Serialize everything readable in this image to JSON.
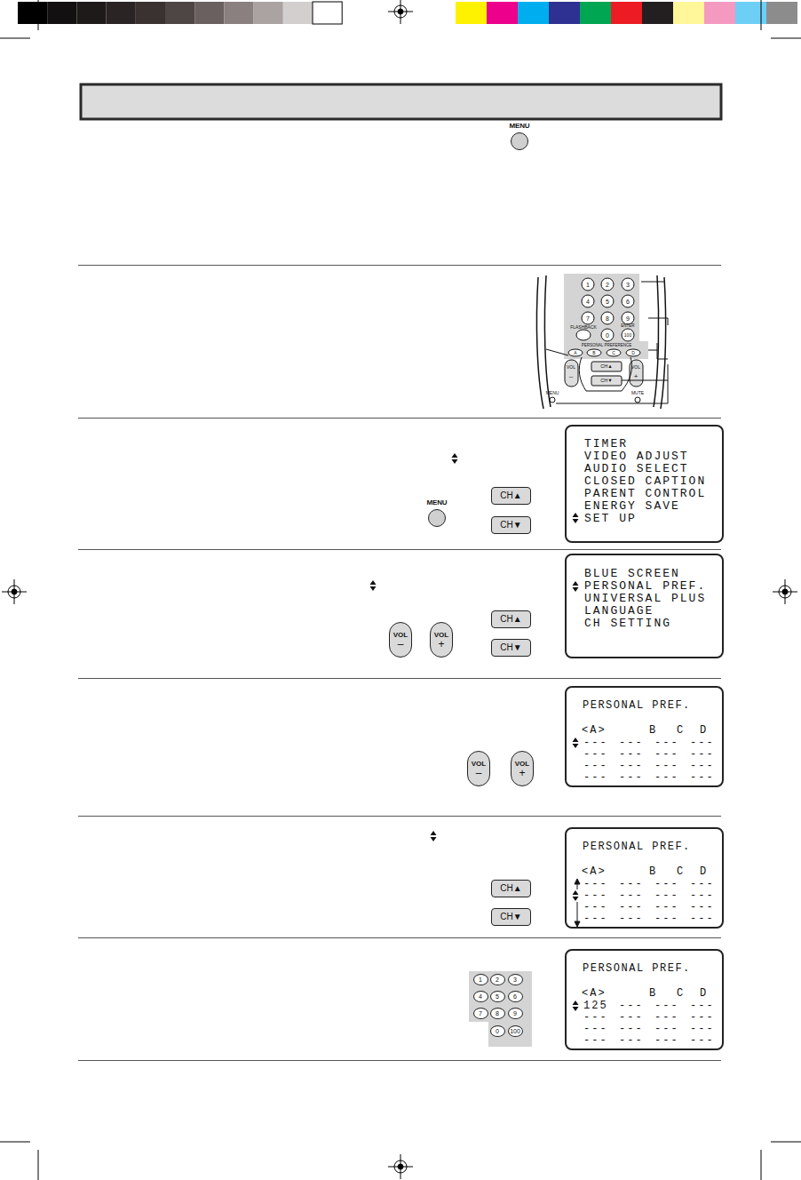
{
  "diagram": {
    "nodes": [
      {
        "text": [
          "MENU"
        ]
      },
      {
        "text": [
          "MENU"
        ]
      },
      {
        "text": [
          "CH▲"
        ]
      },
      {
        "text": [
          "CH▼"
        ]
      },
      {
        "text": [
          "TIMER",
          "VIDEO ADJUST",
          "AUDIO SELECT",
          "CLOSED CAPTION",
          "PARENT CONTROL",
          "ENERGY SAVE",
          "SET UP"
        ]
      },
      {
        "text": [
          "VOL",
          "–"
        ]
      },
      {
        "text": [
          "VOL",
          "+"
        ]
      },
      {
        "text": [
          "CH▲"
        ]
      },
      {
        "text": [
          "CH▼"
        ]
      },
      {
        "text": [
          "BLUE SCREEN",
          "PERSONAL PREF.",
          "UNIVERSAL PLUS",
          "LANGUAGE",
          "CH SETTING"
        ]
      },
      {
        "text": [
          "VOL",
          "–"
        ]
      },
      {
        "text": [
          "VOL",
          "+"
        ]
      },
      {
        "text": [
          "PERSONAL PREF.",
          "<A>",
          "B",
          "C",
          "D",
          "---",
          "---",
          "---",
          "---",
          "---",
          "---",
          "---",
          "---",
          "---",
          "---",
          "---",
          "---",
          "---",
          "---",
          "---",
          "---"
        ]
      },
      {
        "text": [
          "CH▲"
        ]
      },
      {
        "text": [
          "CH▼"
        ]
      },
      {
        "text": [
          "PERSONAL PREF.",
          "<A>",
          "B",
          "C",
          "D",
          "---",
          "---",
          "---",
          "---",
          "---",
          "---",
          "---",
          "---",
          "---",
          "---",
          "---",
          "---",
          "---",
          "---",
          "---",
          "---"
        ]
      },
      {
        "text": [
          "1"
        ]
      },
      {
        "text": [
          "2"
        ]
      },
      {
        "text": [
          "3"
        ]
      },
      {
        "text": [
          "4"
        ]
      },
      {
        "text": [
          "5"
        ]
      },
      {
        "text": [
          "6"
        ]
      },
      {
        "text": [
          "7"
        ]
      },
      {
        "text": [
          "8"
        ]
      },
      {
        "text": [
          "9"
        ]
      },
      {
        "text": [
          "0"
        ]
      },
      {
        "text": [
          "100"
        ]
      },
      {
        "text": [
          "PERSONAL PREF.",
          "<A>",
          "B",
          "C",
          "D",
          "125",
          "---",
          "---",
          "---",
          "---",
          "---",
          "---",
          "---",
          "---",
          "---",
          "---",
          "---",
          "---",
          "---",
          "---",
          "---"
        ]
      }
    ],
    "labels": [
      "1",
      "2",
      "3",
      "4",
      "5",
      "6",
      "7",
      "8",
      "9",
      "FLASHBACK",
      "0",
      "ENTER",
      "100",
      "PERSONAL PREFERENCE",
      "A",
      "B",
      "C",
      "D",
      "VOL",
      "–",
      "CH▲",
      "CH▼",
      "VOL",
      "+",
      "MENU",
      "MUTE"
    ]
  }
}
